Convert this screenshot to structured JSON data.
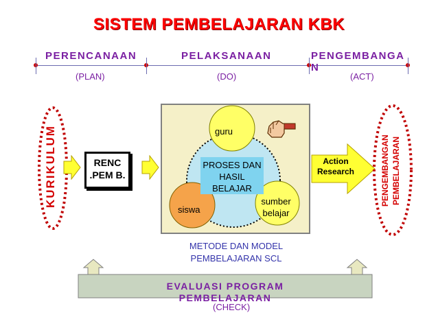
{
  "title": "SISTEM PEMBELAJARAN KBK",
  "phases": [
    {
      "label": "PERENCANAAN",
      "sub": "(PLAN)"
    },
    {
      "label": "PELAKSANAAN",
      "sub": "(DO)"
    },
    {
      "label": "PENGEMBANGA N",
      "sub": "(ACT)"
    }
  ],
  "left_label": "KURIKULUM",
  "renc_label": "RENC .PEM B.",
  "circles": {
    "guru": "guru",
    "siswa": "siswa",
    "sumber": "sumber belajar",
    "center": "PROSES DAN HASIL BELAJAR"
  },
  "metode": "METODE DAN MODEL PEMBELAJARAN SCL",
  "action": "Action Research",
  "right_label": "PENGEMBANGAN PEMBELAJARAN",
  "evaluasi": "EVALUASI PROGRAM PEMBELAJARAN",
  "check": "(CHECK)",
  "colors": {
    "title": "#ff0000",
    "phase": "#7a1fa2",
    "yellow_circle": "#ffff66",
    "orange_circle": "#f5a34a",
    "center_box": "#7fd3ef",
    "box_bg": "#f5f0c8",
    "arrow": "#ffff33",
    "dotted_ellipse": "#c00000",
    "metode": "#3333aa"
  }
}
